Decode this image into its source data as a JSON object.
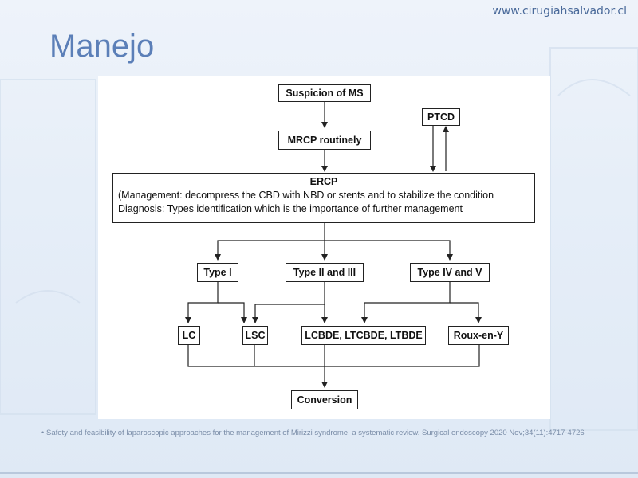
{
  "site_url": "www.cirugiahsalvador.cl",
  "slide_title": "Manejo",
  "diagram": {
    "suspicion": "Suspicion of MS",
    "mrcp": "MRCP routinely",
    "ptcd": "PTCD",
    "ercp_title": "ERCP",
    "ercp_line1": "(Management: decompress the CBD with NBD or stents and to stabilize the condition",
    "ercp_line2": "Diagnosis: Types identification which is the importance of further management",
    "type1": "Type I",
    "type23": "Type II and III",
    "type45": "Type IV and V",
    "lc": "LC",
    "lsc": "LSC",
    "lcbde": "LCBDE, LTCBDE, LTBDE",
    "roux": "Roux-en-Y",
    "conversion": "Conversion"
  },
  "reference": {
    "bullet": "•",
    "text": "Safety and feasibility of laparoscopic approaches for the management of Mirizzi syndrome: a systematic review. Surgical endoscopy  2020 Nov;34(11):4717-4726"
  }
}
